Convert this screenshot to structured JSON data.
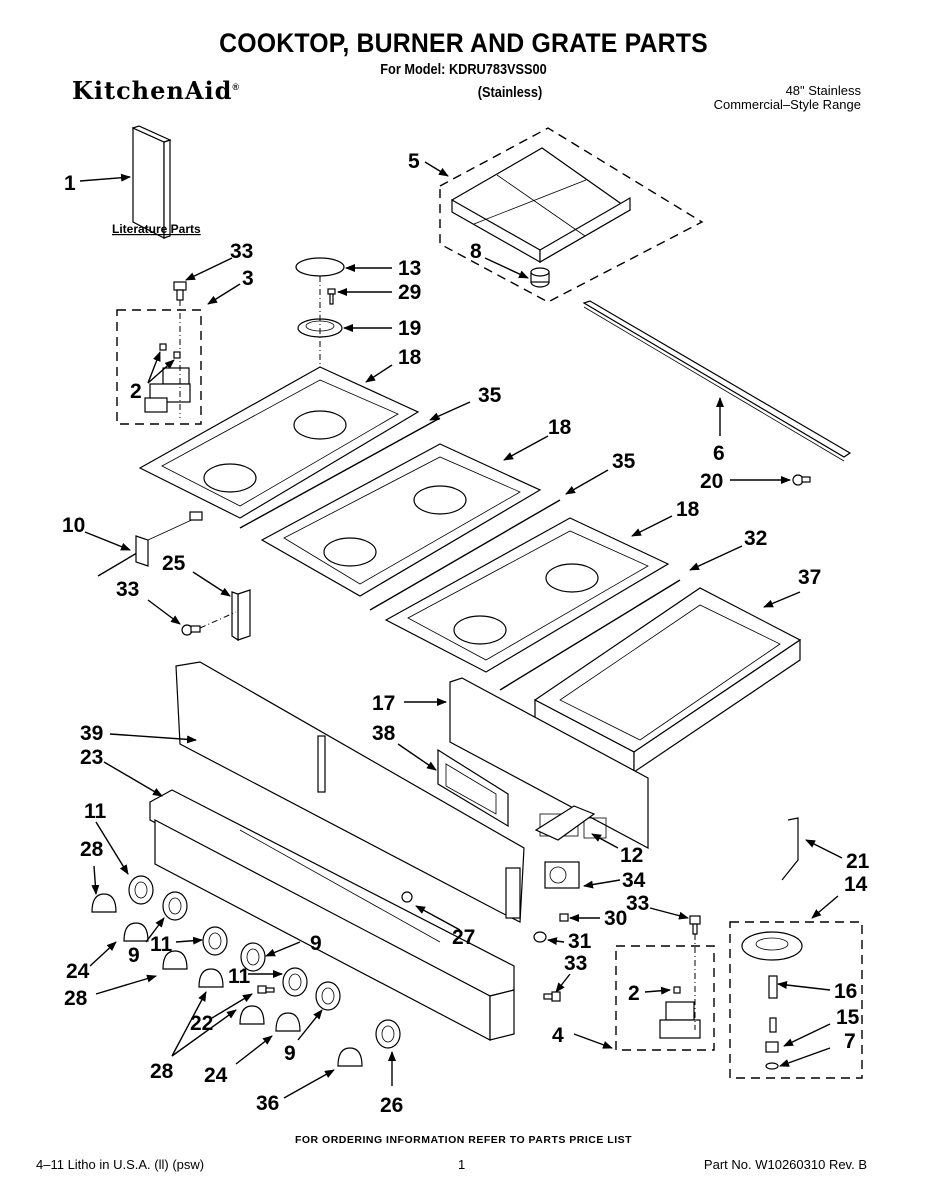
{
  "header": {
    "title": "COOKTOP, BURNER AND GRATE PARTS",
    "model_line": "For Model: KDRU783VSS00",
    "finish": "(Stainless)",
    "brand": "KitchenAid",
    "brand_mark": "®",
    "product_line1": "48\" Stainless",
    "product_line2": "Commercial–Style Range"
  },
  "diagram": {
    "literature_label": "Literature Parts",
    "callouts": {
      "c1": "1",
      "c2a": "2",
      "c2b": "2",
      "c3": "3",
      "c4": "4",
      "c5": "5",
      "c6": "6",
      "c7": "7",
      "c8": "8",
      "c9a": "9",
      "c9b": "9",
      "c9c": "9",
      "c10": "10",
      "c11a": "11",
      "c11b": "11",
      "c11c": "11",
      "c12": "12",
      "c13": "13",
      "c14": "14",
      "c15": "15",
      "c16": "16",
      "c17": "17",
      "c18a": "18",
      "c18b": "18",
      "c18c": "18",
      "c19": "19",
      "c20": "20",
      "c21": "21",
      "c22": "22",
      "c23": "23",
      "c24a": "24",
      "c24b": "24",
      "c25": "25",
      "c26": "26",
      "c27": "27",
      "c28a": "28",
      "c28b": "28",
      "c28c": "28",
      "c29": "29",
      "c30": "30",
      "c31": "31",
      "c32": "32",
      "c33a": "33",
      "c33b": "33",
      "c33c": "33",
      "c33d": "33",
      "c34": "34",
      "c35a": "35",
      "c35b": "35",
      "c36": "36",
      "c37": "37",
      "c38": "38",
      "c39": "39"
    }
  },
  "footer": {
    "ordering_note": "FOR ORDERING INFORMATION REFER TO PARTS PRICE LIST",
    "litho": "4–11 Litho in U.S.A. (ll) (psw)",
    "page_number": "1",
    "part_number": "Part No. W10260310 Rev. B"
  }
}
